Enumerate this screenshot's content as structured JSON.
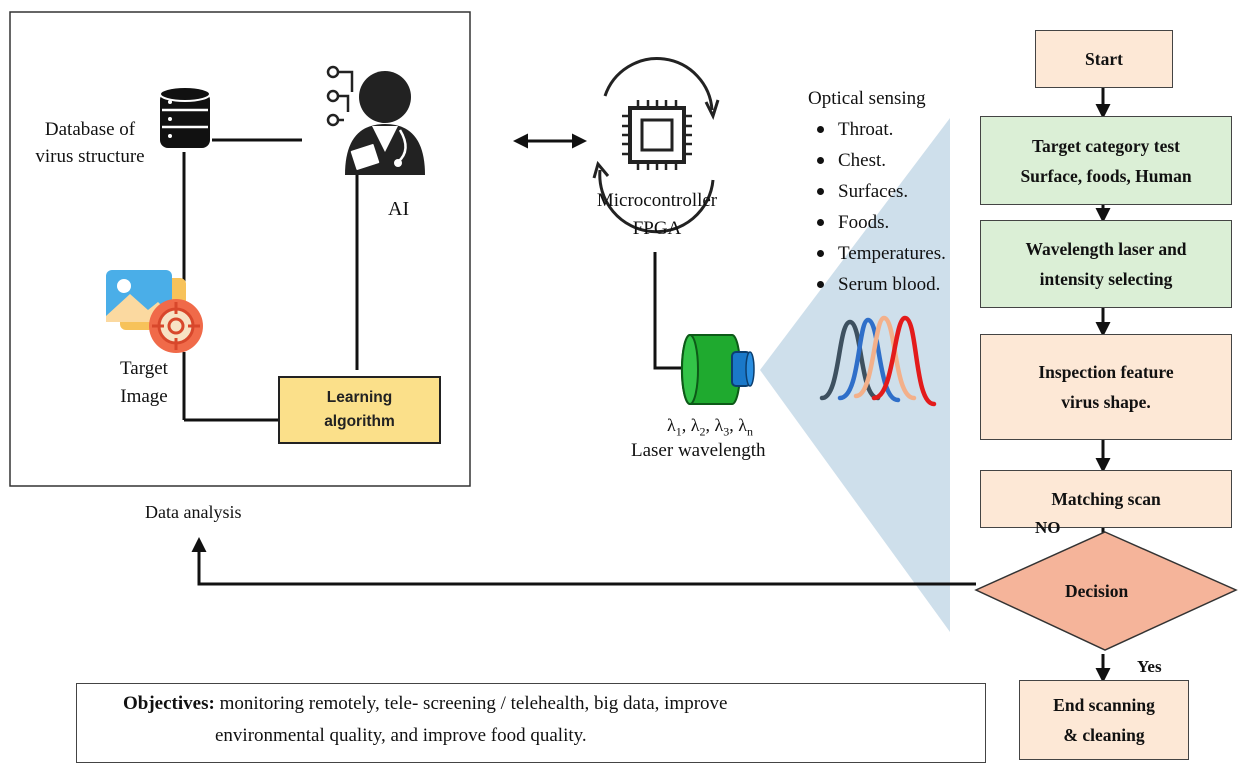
{
  "left_panel": {
    "database_label": [
      "Database of",
      "virus structure"
    ],
    "ai_label": "AI",
    "target_image_label": [
      "Target",
      "Image"
    ],
    "learning_algorithm": [
      "Learning",
      "algorithm"
    ],
    "caption": "Data analysis"
  },
  "controller": {
    "label": [
      "Microcontroller",
      "FPGA"
    ]
  },
  "laser": {
    "wavelengths": "λ1, λ2, λ3, λn",
    "label": "Laser wavelength"
  },
  "optical_sensing": {
    "title": "Optical sensing",
    "items": [
      "Throat.",
      "Chest.",
      "Surfaces.",
      "Foods.",
      "Temperatures.",
      "Serum blood."
    ],
    "curve_colors": [
      "#3e5160",
      "#2f6fc9",
      "#f3b08a",
      "#e31b1b"
    ]
  },
  "flowchart": {
    "start": "Start",
    "target_category": [
      "Target category test",
      "Surface, foods, Human"
    ],
    "wavelength_select": [
      "Wavelength laser and",
      "intensity selecting"
    ],
    "inspection": [
      "Inspection feature",
      "virus shape."
    ],
    "matching": "Matching scan",
    "decision": "Decision",
    "no_label": "NO",
    "yes_label": "Yes",
    "end": [
      "End scanning",
      "& cleaning"
    ]
  },
  "objectives": {
    "heading": "Objectives:",
    "line1": "monitoring remotely, tele- screening / telehealth, big data, improve",
    "line2": "environmental quality, and improve food quality."
  },
  "colors": {
    "peach": "#fde8d6",
    "green_box": "#dbefd6",
    "decision": "#f5b49a",
    "learning": "#fbe08a",
    "laser_green": "#1faa2f",
    "beam": "#c9dbe9"
  }
}
